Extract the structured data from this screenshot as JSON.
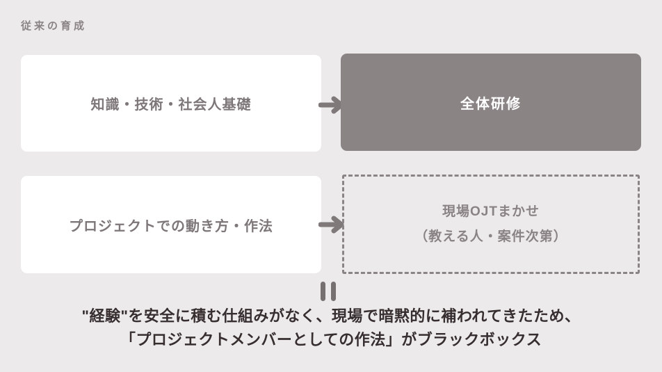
{
  "title": "従来の育成",
  "colors": {
    "background": "#edeaeb",
    "card_white": "#ffffff",
    "card_gray": "#8b8485",
    "muted_text": "#8a8486",
    "box_text": "#7e7779",
    "arrow": "#7f797a",
    "summary_text": "#362e2f"
  },
  "icons": {
    "arrow_right": "arrow-right",
    "equals": "double-bar-equals"
  },
  "row1": {
    "left_label": "知識・技術・社会人基礎",
    "right_label": "全体研修"
  },
  "row2": {
    "left_label": "プロジェクトでの動き方・作法",
    "right_label_line1": "現場OJTまかせ",
    "right_label_line2": "（教える人・案件次第）"
  },
  "summary": {
    "line1": "\"経験\"を安全に積む仕組みがなく、現場で暗黙的に補われてきたため、",
    "line2": "「プロジェクトメンバーとしての作法」がブラックボックス"
  }
}
